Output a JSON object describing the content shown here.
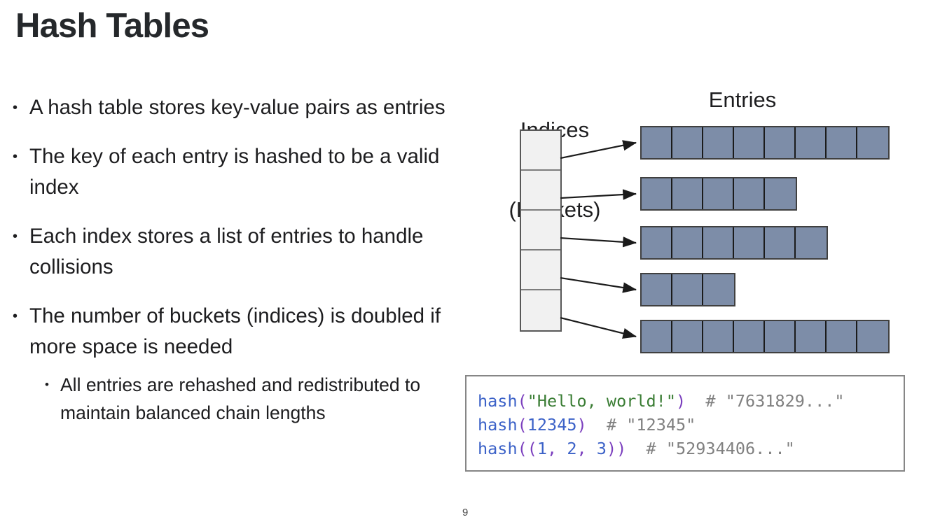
{
  "slide": {
    "title": "Hash Tables",
    "number": "9",
    "background_color": "#ffffff",
    "text_color": "#1d1d1f"
  },
  "bullets": [
    {
      "level": 0,
      "marker": "•",
      "text": "A hash table stores key-value pairs as entries"
    },
    {
      "level": 0,
      "marker": "•",
      "text": "The key of each entry is hashed to be a valid index"
    },
    {
      "level": 0,
      "marker": "•",
      "text": "Each index stores a list of entries to handle collisions"
    },
    {
      "level": 0,
      "marker": "•",
      "text": "The number of buckets (indices) is doubled if more space is needed"
    },
    {
      "level": 1,
      "marker": "•",
      "text": "All entries are rehashed and redistributed to maintain balanced chain lengths"
    }
  ],
  "diagram": {
    "indices_label_line1": "Indices",
    "indices_label_line2": "(Buckets)",
    "entries_label": "Entries",
    "bucket_count": 5,
    "bucket_fill": "#f1f1f1",
    "bucket_border": "#585858",
    "entry_fill": "#7d8da8",
    "entry_border": "#404040",
    "arrow_color": "#1b1b1b",
    "chain_lengths": [
      8,
      5,
      6,
      3,
      8
    ]
  },
  "code": {
    "border_color": "#868686",
    "background": "#ffffff",
    "lines": [
      {
        "tokens": [
          {
            "text": "hash",
            "type": "fn"
          },
          {
            "text": "(",
            "type": "paren"
          },
          {
            "text": "\"Hello, world!\"",
            "type": "str"
          },
          {
            "text": ")",
            "type": "paren"
          },
          {
            "text": "  # \"7631829...\"",
            "type": "com"
          }
        ]
      },
      {
        "tokens": [
          {
            "text": "hash",
            "type": "fn"
          },
          {
            "text": "(",
            "type": "paren"
          },
          {
            "text": "12345",
            "type": "num"
          },
          {
            "text": ")",
            "type": "paren"
          },
          {
            "text": "  # \"12345\"",
            "type": "com"
          }
        ]
      },
      {
        "tokens": [
          {
            "text": "hash",
            "type": "fn"
          },
          {
            "text": "((",
            "type": "paren"
          },
          {
            "text": "1",
            "type": "num"
          },
          {
            "text": ", ",
            "type": "punc"
          },
          {
            "text": "2",
            "type": "num"
          },
          {
            "text": ", ",
            "type": "punc"
          },
          {
            "text": "3",
            "type": "num"
          },
          {
            "text": "))",
            "type": "paren"
          },
          {
            "text": "  # \"52934406...\"",
            "type": "com"
          }
        ]
      }
    ],
    "plain_text": "hash(\"Hello, world!\")  # \"7631829...\"\nhash(12345)  # \"12345\"\nhash((1, 2, 3))  # \"52934406...\""
  }
}
